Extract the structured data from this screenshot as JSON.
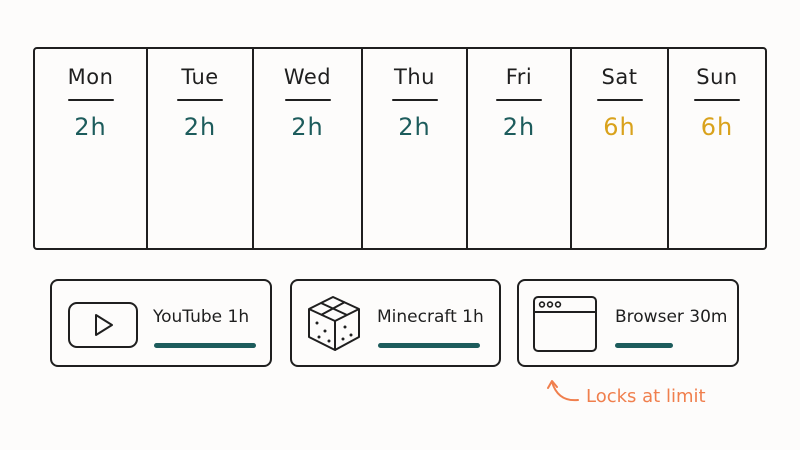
{
  "colors": {
    "weekday": "#1d5c5c",
    "weekend": "#d9a21c",
    "bar": "#1d5c5c",
    "note": "#f07f4d",
    "ink": "#1f1f1f"
  },
  "week": {
    "days": [
      {
        "name": "Mon",
        "hours": "2h",
        "kind": "weekday"
      },
      {
        "name": "Tue",
        "hours": "2h",
        "kind": "weekday"
      },
      {
        "name": "Wed",
        "hours": "2h",
        "kind": "weekday"
      },
      {
        "name": "Thu",
        "hours": "2h",
        "kind": "weekday"
      },
      {
        "name": "Fri",
        "hours": "2h",
        "kind": "weekday"
      },
      {
        "name": "Sat",
        "hours": "6h",
        "kind": "weekend"
      },
      {
        "name": "Sun",
        "hours": "6h",
        "kind": "weekend"
      }
    ]
  },
  "apps": [
    {
      "label": "YouTube 1h",
      "icon": "play-button-icon"
    },
    {
      "label": "Minecraft 1h",
      "icon": "cube-block-icon"
    },
    {
      "label": "Browser 30m",
      "icon": "browser-window-icon"
    }
  ],
  "note": {
    "text": "Locks at limit",
    "icon": "curved-arrow-icon"
  }
}
